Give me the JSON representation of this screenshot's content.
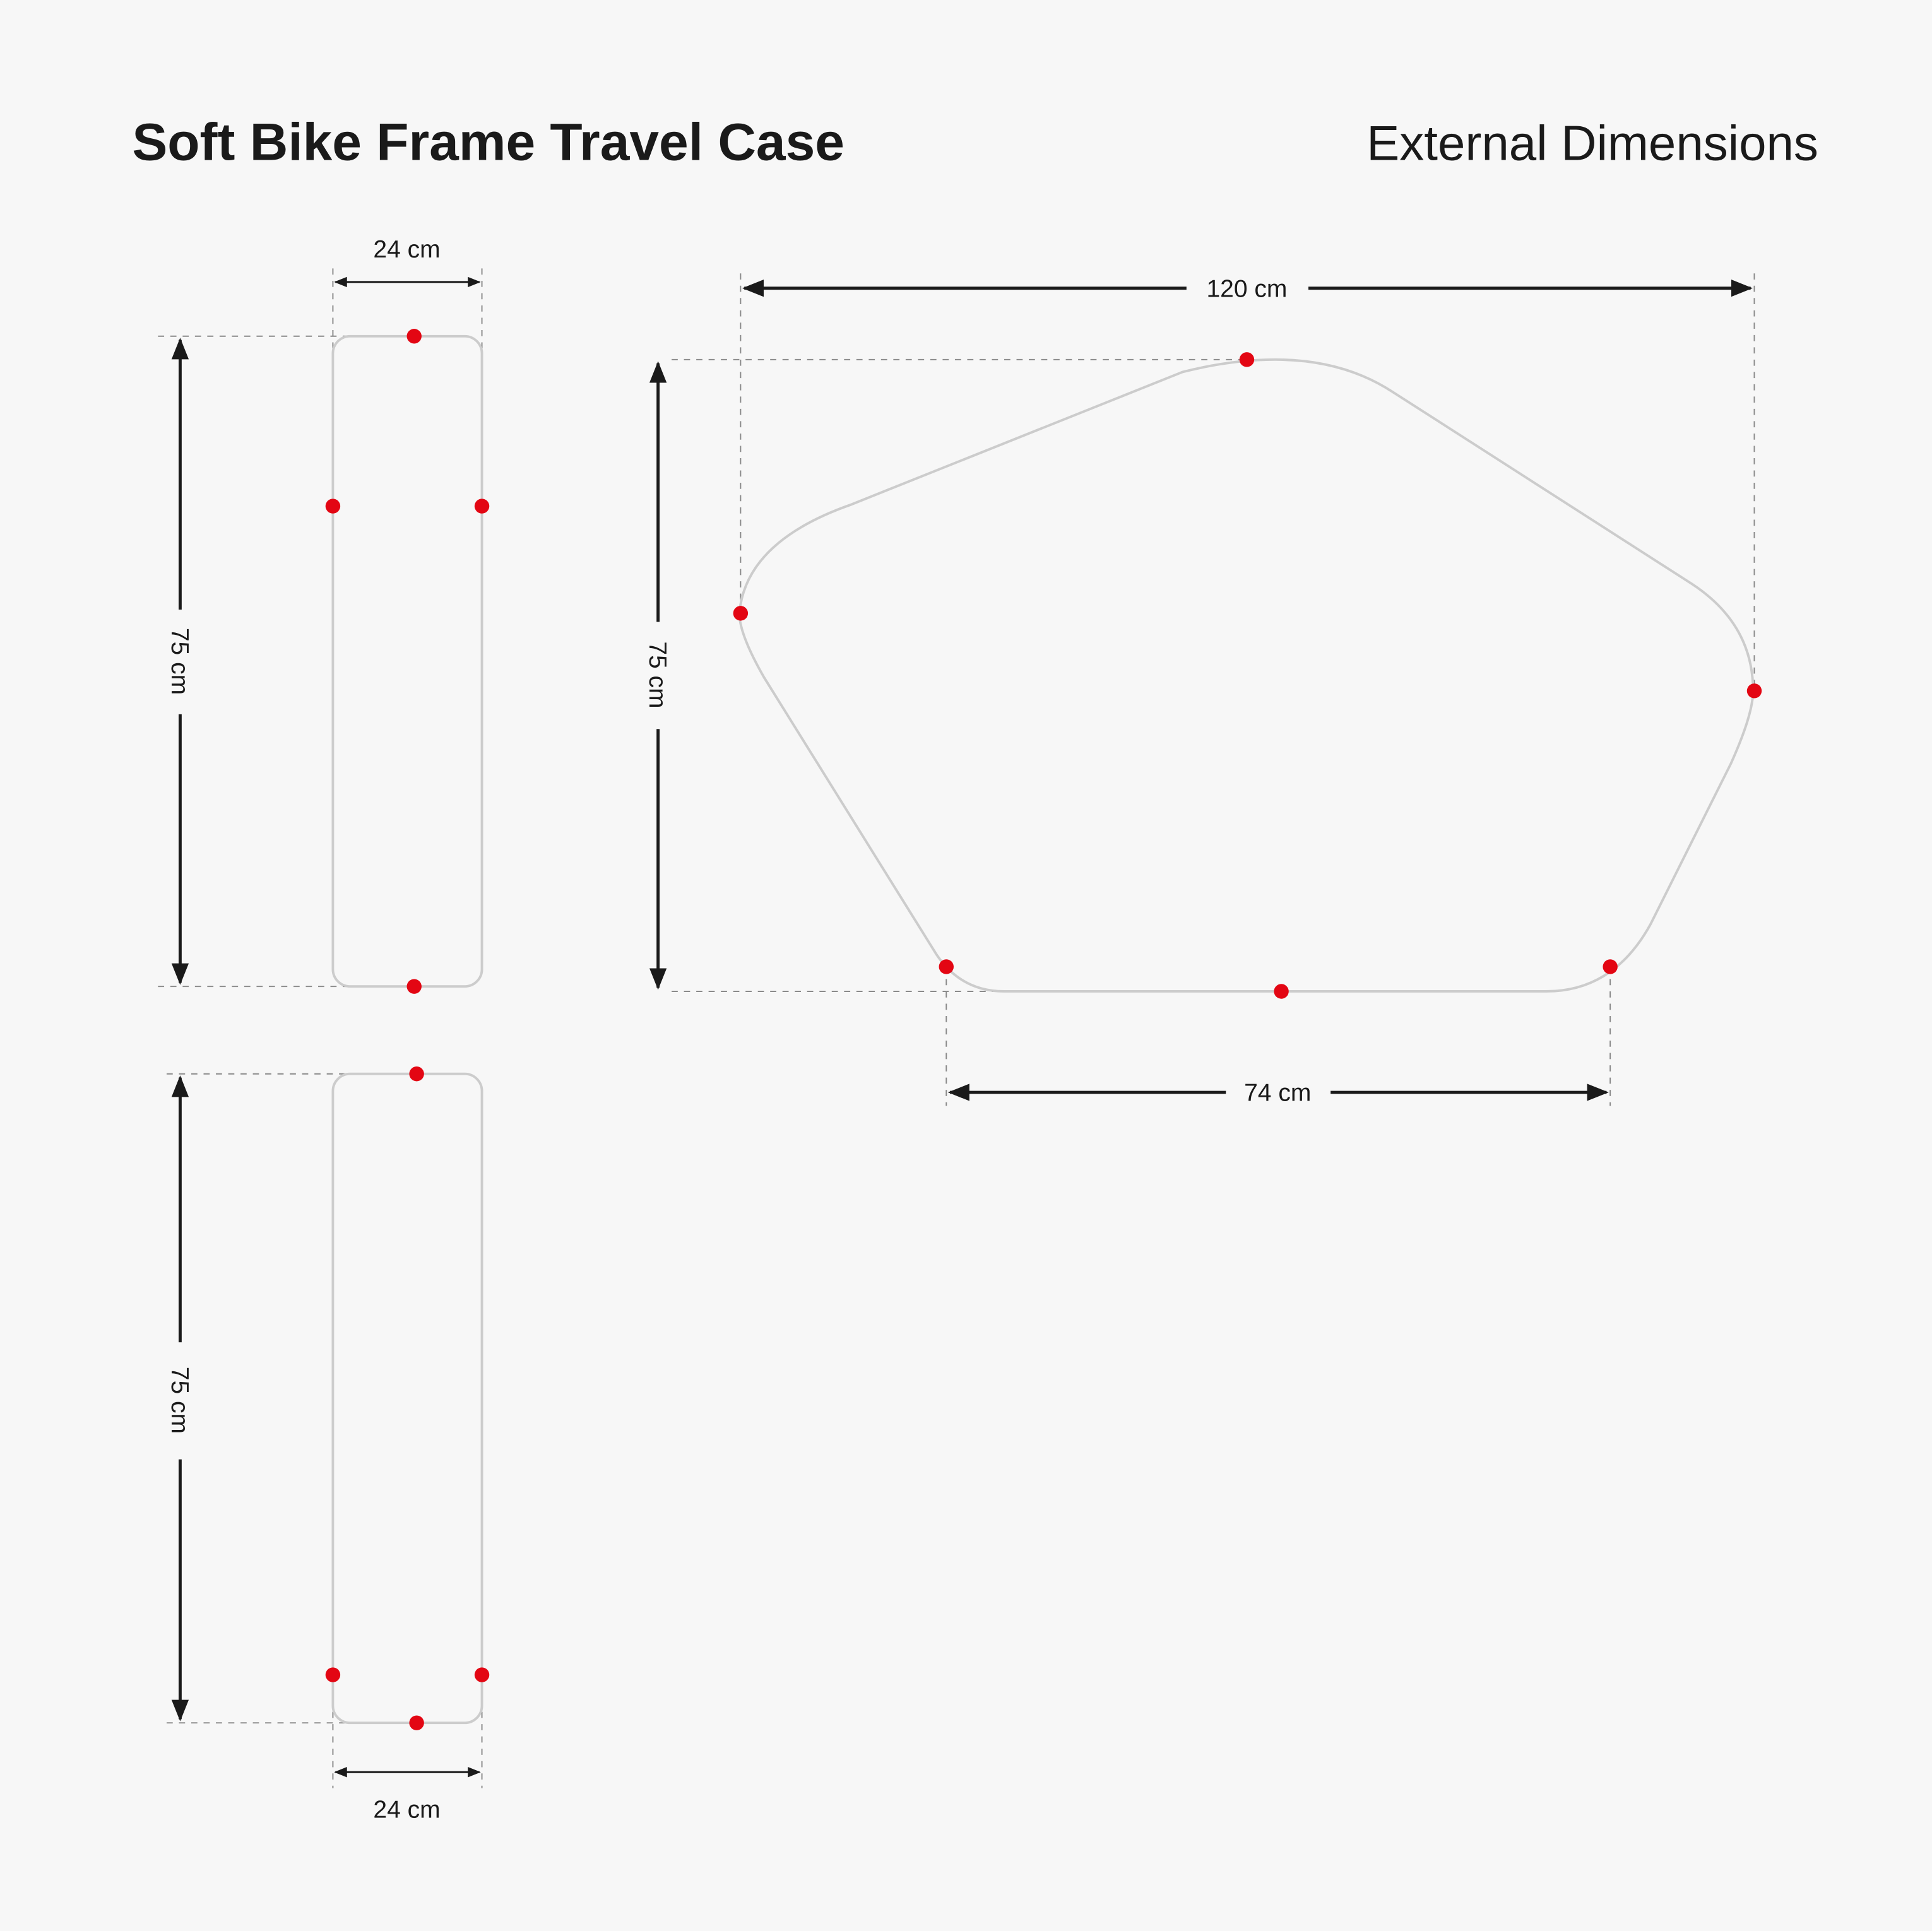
{
  "header": {
    "title": "Soft Bike Frame Travel Case",
    "subtitle": "External Dimensions"
  },
  "views": {
    "side_top": {
      "width_label": "24 cm",
      "height_label": "75 cm"
    },
    "side_bottom": {
      "width_label": "24 cm",
      "height_label": "75 cm"
    },
    "main": {
      "width_label": "120 cm",
      "height_label": "75 cm",
      "bottom_label": "74 cm"
    }
  },
  "colors": {
    "marker": "#e30613",
    "outline": "#cccccc",
    "background": "#f7f7f7"
  }
}
